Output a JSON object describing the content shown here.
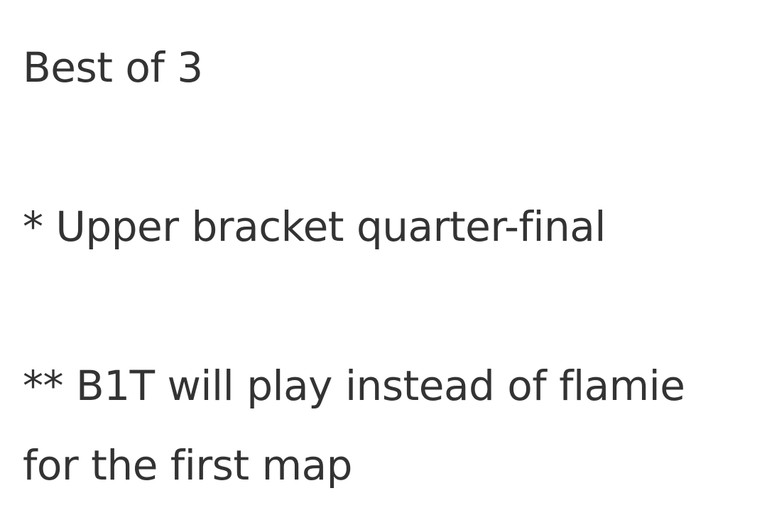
{
  "post": {
    "format": "Best of 3",
    "note_1": "* Upper bracket quarter-final",
    "note_2_line_1": "** B1T will play instead of flamie",
    "note_2_line_2": "for the first map"
  },
  "colors": {
    "text": "#333333",
    "background": "#ffffff"
  }
}
